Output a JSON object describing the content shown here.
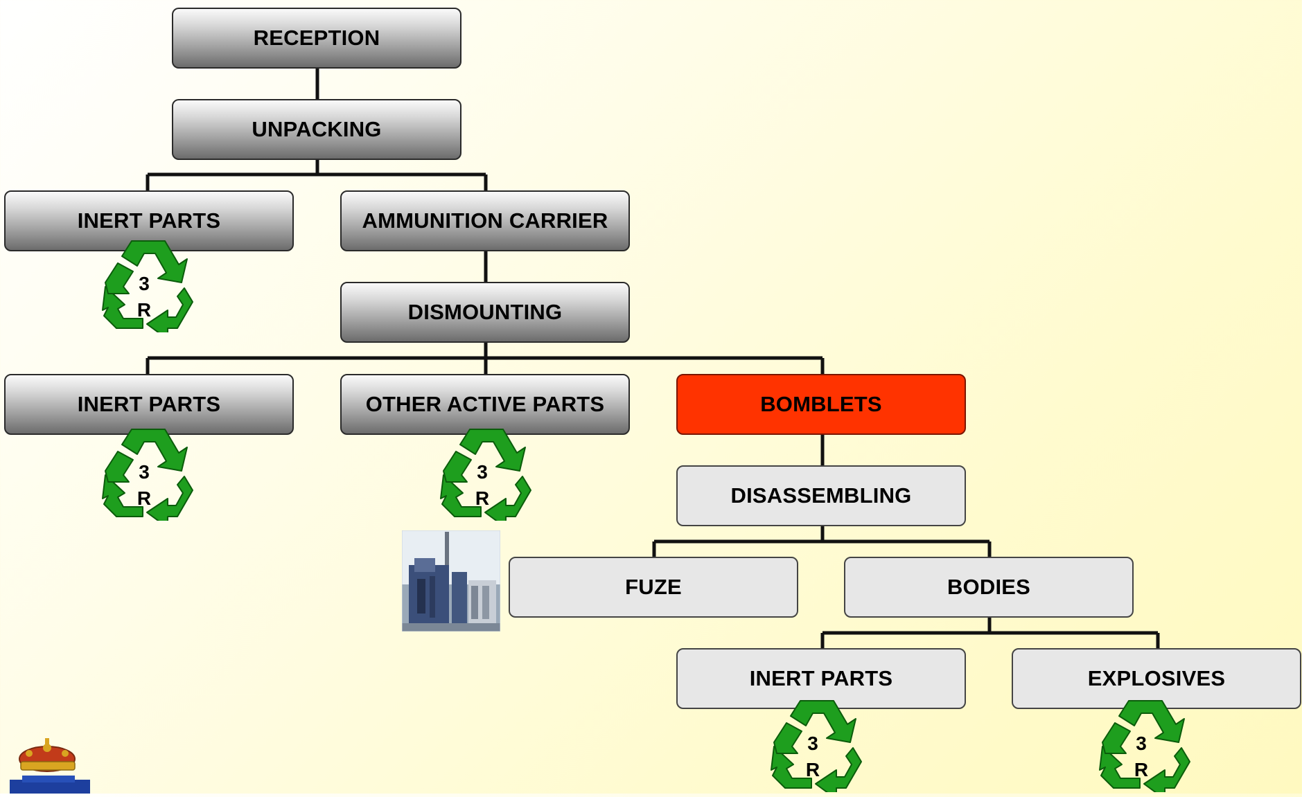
{
  "diagram": {
    "nodes": {
      "reception": "RECEPTION",
      "unpacking": "UNPACKING",
      "inert_parts_1": "INERT PARTS",
      "ammunition_carrier": "AMMUNITION CARRIER",
      "dismounting": "DISMOUNTING",
      "inert_parts_2": "INERT PARTS",
      "other_active_parts": "OTHER ACTIVE PARTS",
      "bomblets": "BOMBLETS",
      "disassembling": "DISASSEMBLING",
      "fuze": "FUZE",
      "bodies": "BODIES",
      "inert_parts_3": "INERT PARTS",
      "explosives": "EXPLOSIVES"
    },
    "recycle_badge": {
      "number": "3",
      "letter": "R"
    },
    "colors": {
      "alert_node": "#ff3300",
      "recycle_green": "#1e9e1e",
      "metal_node": "#a6a6a6",
      "light_node": "#e7e7e7"
    },
    "icons": [
      "recycle-icon",
      "machine-photo",
      "crest-logo"
    ]
  }
}
